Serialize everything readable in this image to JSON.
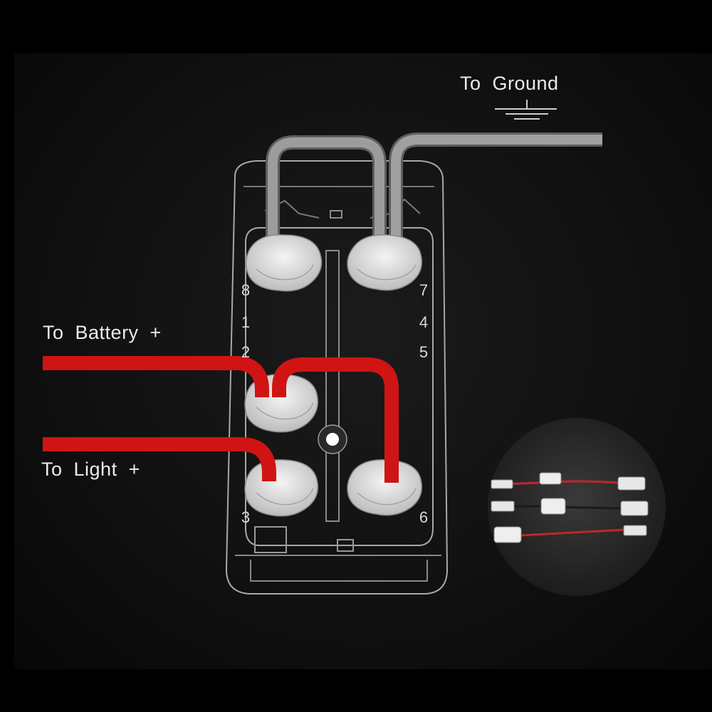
{
  "labels": {
    "ground": "To  Ground",
    "battery": "To  Battery  +",
    "light": "To  Light  +"
  },
  "pins": {
    "p8": "8",
    "p1": "1",
    "p2": "2",
    "p3": "3",
    "p7": "7",
    "p4": "4",
    "p5": "5",
    "p6": "6"
  },
  "colors": {
    "background": "#000000",
    "ground_wire": "#9a9a9a",
    "power_wire": "#d01414",
    "terminal": "#dcdcdc",
    "switch_outline": "#a8a8a8"
  }
}
